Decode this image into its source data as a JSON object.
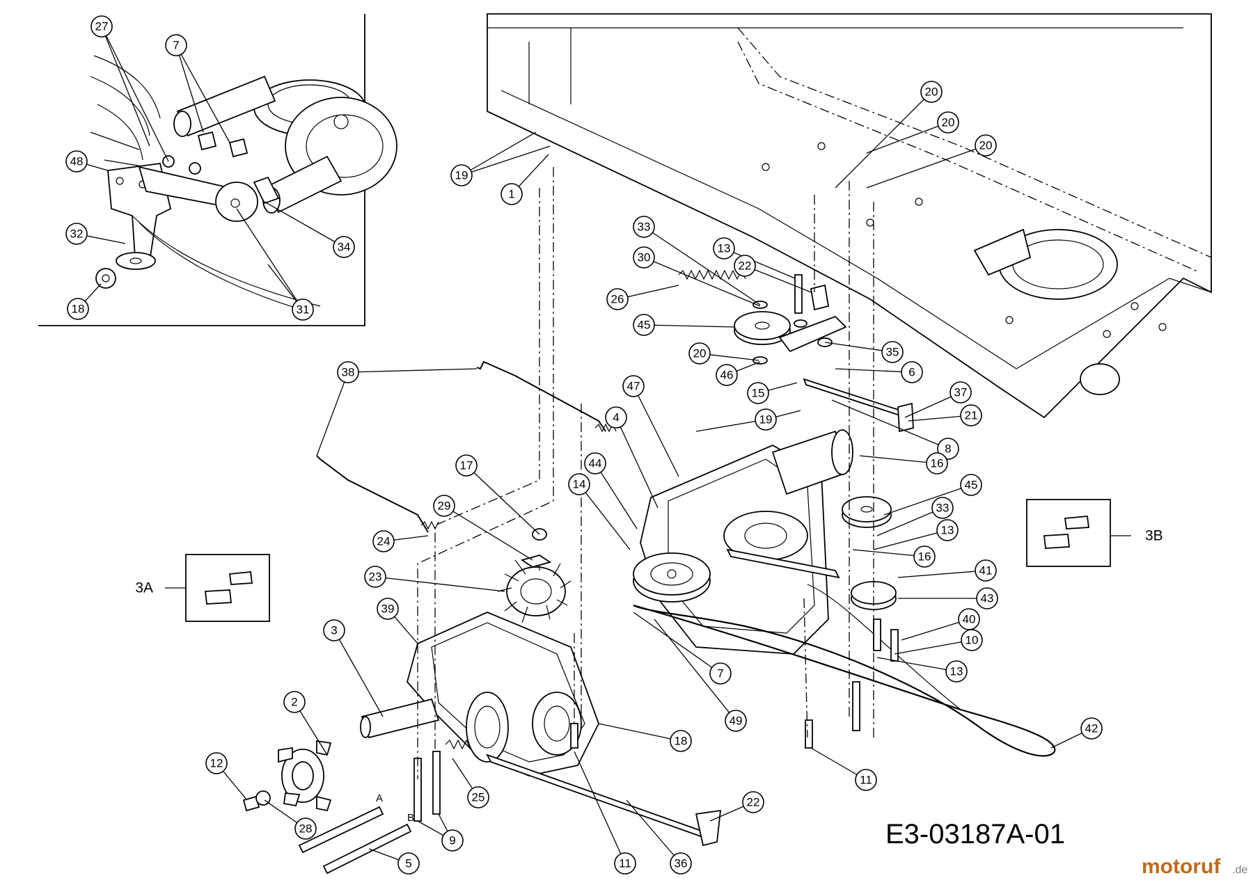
{
  "diagram": {
    "drawing_number": "E3-03187A-01",
    "watermark": {
      "brand": "motoruf",
      "suffix": ".de"
    },
    "group_labels": [
      "3A",
      "3B"
    ],
    "letter_labels": [
      "A",
      "B"
    ]
  },
  "callouts": [
    "27",
    "7",
    "48",
    "32",
    "18",
    "31",
    "34",
    "19",
    "1",
    "20",
    "20",
    "20",
    "33",
    "30",
    "26",
    "13",
    "22",
    "45",
    "20",
    "46",
    "35",
    "6",
    "15",
    "38",
    "37",
    "21",
    "47",
    "4",
    "19",
    "8",
    "16",
    "44",
    "14",
    "17",
    "29",
    "45",
    "33",
    "13",
    "16",
    "24",
    "23",
    "39",
    "3",
    "41",
    "43",
    "40",
    "10",
    "13",
    "2",
    "7",
    "49",
    "18",
    "12",
    "28",
    "9",
    "25",
    "42",
    "11",
    "22",
    "11",
    "36",
    "5"
  ]
}
